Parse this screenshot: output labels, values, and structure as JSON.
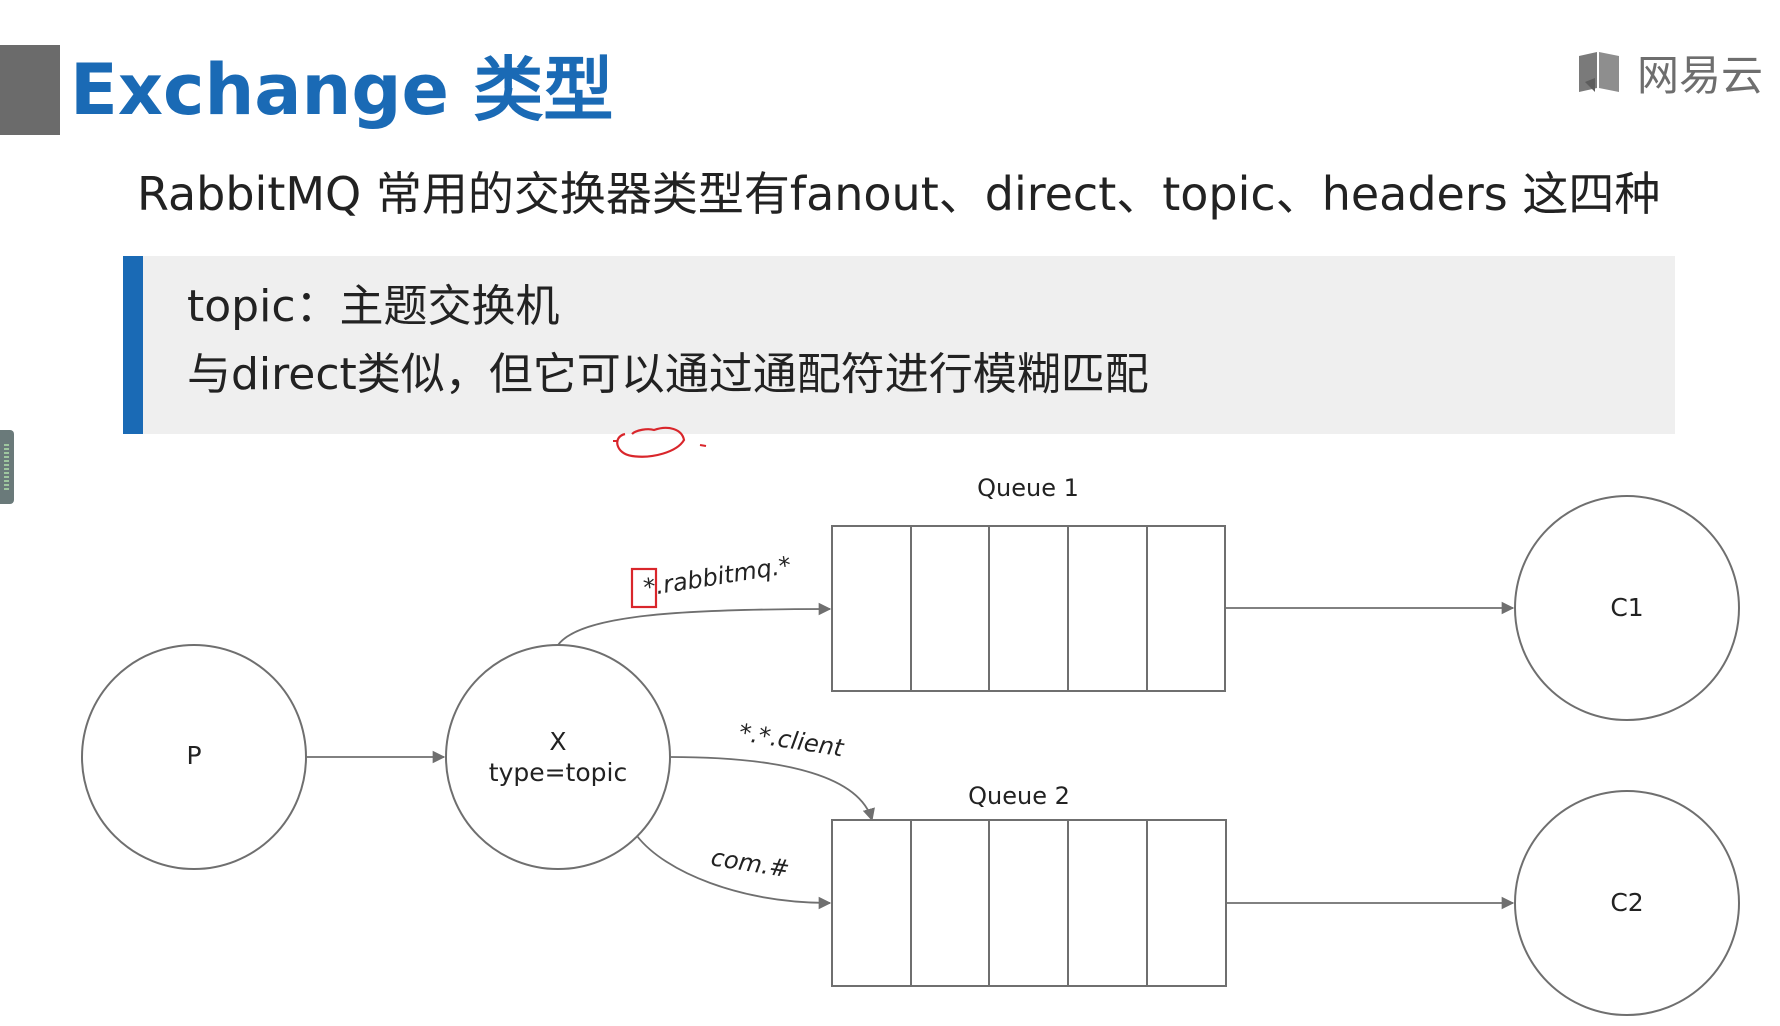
{
  "slide": {
    "title": "Exchange 类型",
    "subtitle": "RabbitMQ 常用的交换器类型有fanout、direct、topic、headers 这四种",
    "note_line_1": "topic：主题交换机",
    "note_line_2": "与direct类似，但它可以通过通配符进行模糊匹配"
  },
  "brand": {
    "name": "网易云",
    "icon": "book-logo-icon"
  },
  "diagram": {
    "producer_label": "P",
    "exchange_label": "X",
    "exchange_type": "type=topic",
    "queue_1_label": "Queue 1",
    "queue_2_label": "Queue 2",
    "consumer_1_label": "C1",
    "consumer_2_label": "C2",
    "binding_1_key": "*.rabbitmq.*",
    "binding_2_key": "*.*.client",
    "binding_3_key": "com.#"
  },
  "colors": {
    "accent": "#1a6ab5",
    "title_marker": "#6b6b6b",
    "note_background": "#efefef",
    "annotation": "#d9262b",
    "diagram_stroke": "#6f6f6f"
  }
}
